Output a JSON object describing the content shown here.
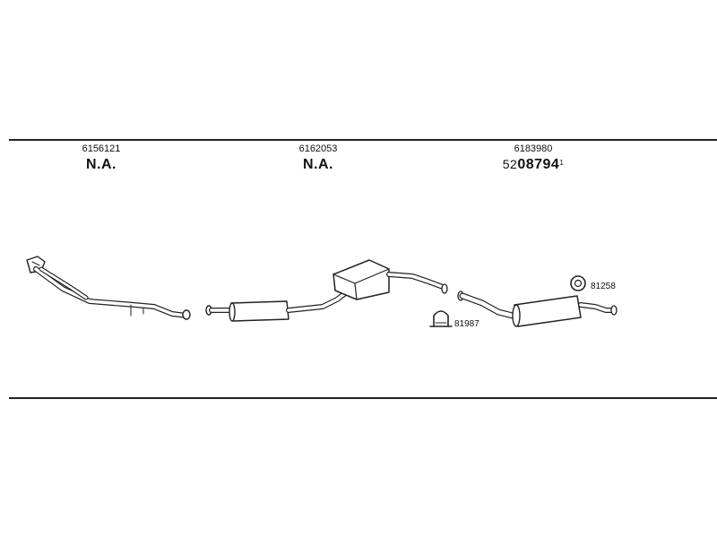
{
  "columns": [
    {
      "part_number": "6156121",
      "replacement_prefix": "",
      "replacement": "N.A.",
      "replacement_note": ""
    },
    {
      "part_number": "6162053",
      "replacement_prefix": "",
      "replacement": "N.A.",
      "replacement_note": ""
    },
    {
      "part_number": "6183980",
      "replacement_prefix": "52",
      "replacement": "08794",
      "replacement_note": "1"
    }
  ],
  "accessories": [
    {
      "number": "81987",
      "icon": "pipe-clamp-icon"
    },
    {
      "number": "81258",
      "icon": "rubber-mount-ring-icon"
    }
  ],
  "colors": {
    "line": "#222222",
    "background": "#ffffff"
  }
}
